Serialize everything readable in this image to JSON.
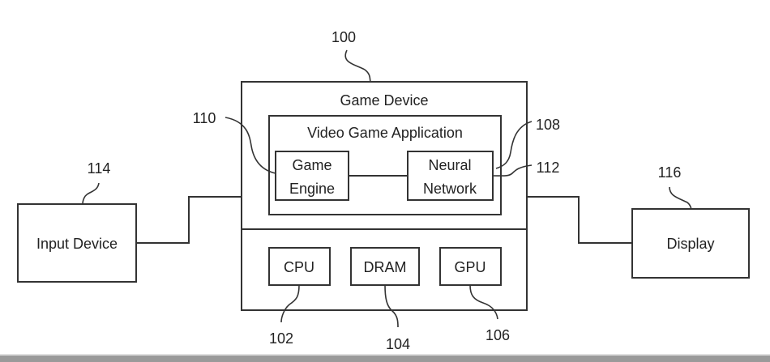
{
  "diagram": {
    "game_device": {
      "label": "Game Device",
      "ref": "100"
    },
    "video_game_application": {
      "label": "Video Game Application",
      "ref": "108"
    },
    "game_engine": {
      "line1": "Game",
      "line2": "Engine",
      "ref": "110"
    },
    "neural_network": {
      "line1": "Neural",
      "line2": "Network",
      "ref": "112"
    },
    "input_device": {
      "label": "Input Device",
      "ref": "114"
    },
    "display": {
      "label": "Display",
      "ref": "116"
    },
    "cpu": {
      "label": "CPU",
      "ref": "102"
    },
    "dram": {
      "label": "DRAM",
      "ref": "104"
    },
    "gpu": {
      "label": "GPU",
      "ref": "106"
    }
  }
}
